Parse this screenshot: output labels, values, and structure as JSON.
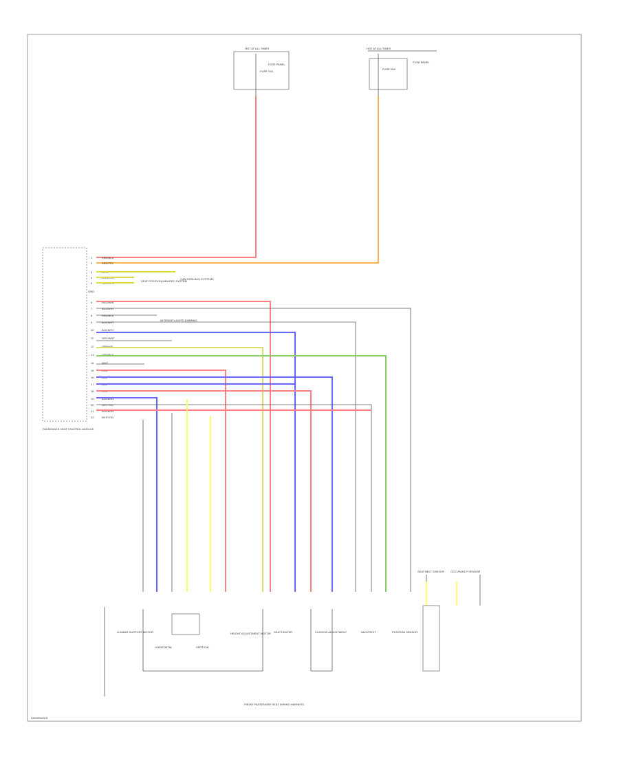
{
  "colors": {
    "red": "#ff8080",
    "orange": "#ffb347",
    "blue": "#6666ff",
    "green": "#88cc66",
    "yellow": "#ffff66",
    "gray": "#888888",
    "dark": "#444444",
    "frame": "#999999"
  },
  "fuses": [
    {
      "id": "fuse_left",
      "title": "HOT AT ALL TIMES",
      "fuse": "FUSE 10A",
      "panel": "FUSE PANEL"
    },
    {
      "id": "fuse_right",
      "title": "HOT AT ALL TIMES",
      "fuse": "FUSE 20A",
      "panel": "FUSE PANEL"
    }
  ],
  "module": {
    "title": "PASSENGER SEAT CONTROL MODULE",
    "pins": [
      {
        "n": "1",
        "wire": "RED/BLU"
      },
      {
        "n": "2",
        "wire": "RED/YEL"
      },
      {
        "n": "3",
        "wire": "GRN"
      },
      {
        "n": "4",
        "wire": "GRN/YEL"
      },
      {
        "n": "5",
        "wire": "YEL/GRN"
      },
      {
        "n": "6",
        "wire": "RED/WHT"
      },
      {
        "n": "7",
        "wire": "BLU/WHT"
      },
      {
        "n": "8",
        "wire": "RED/BLU"
      },
      {
        "n": "9",
        "wire": "BLK/WHT"
      },
      {
        "n": "10",
        "wire": "BLK/WHT"
      },
      {
        "n": "11",
        "wire": "GRY/WHT"
      },
      {
        "n": "12",
        "wire": "GRN/YEL"
      },
      {
        "n": "13",
        "wire": "GRN/BLK"
      },
      {
        "n": "14",
        "wire": "WHT"
      },
      {
        "n": "15",
        "wire": "RED"
      },
      {
        "n": "16",
        "wire": "BLU"
      },
      {
        "n": "17",
        "wire": "BLU"
      },
      {
        "n": "18",
        "wire": "RED"
      },
      {
        "n": "19",
        "wire": "BLK/BRN"
      },
      {
        "n": "20",
        "wire": "GRY/YEL"
      },
      {
        "n": "21",
        "wire": "BLK/BRN"
      },
      {
        "n": "22",
        "wire": "WHT/YEL"
      }
    ]
  },
  "notes": {
    "can_bus": "CAN\nDATA BUS SYSTEMS",
    "memory": "SEAT POSITION\nMEMORY SYSTEM",
    "dimming": "INTERIOR LIGHTS\nDIMMING",
    "ground": "GND"
  },
  "components": [
    {
      "id": "lumbar_motor",
      "label": "LUMBAR SUPPORT MOTOR"
    },
    {
      "id": "horizontal",
      "label": "HORIZONTAL"
    },
    {
      "id": "vertical",
      "label": "VERTICAL"
    },
    {
      "id": "height_motor",
      "label": "HEIGHT ADJUSTMENT MOTOR"
    },
    {
      "id": "seat_heater",
      "label": "SEAT HEATER"
    },
    {
      "id": "cushion",
      "label": "CUSHION ADJUSTMENT"
    },
    {
      "id": "backrest",
      "label": "BACKREST"
    },
    {
      "id": "position_sensor",
      "label": "POSITION SENSOR"
    },
    {
      "id": "belt_sensor",
      "label": "SEAT BELT SENSOR"
    },
    {
      "id": "occupancy",
      "label": "OCCUPANCY SENSOR"
    }
  ],
  "harness": "FRONT PASSENGER SEAT WIRING HARNESS",
  "footer": "PASSENGER"
}
